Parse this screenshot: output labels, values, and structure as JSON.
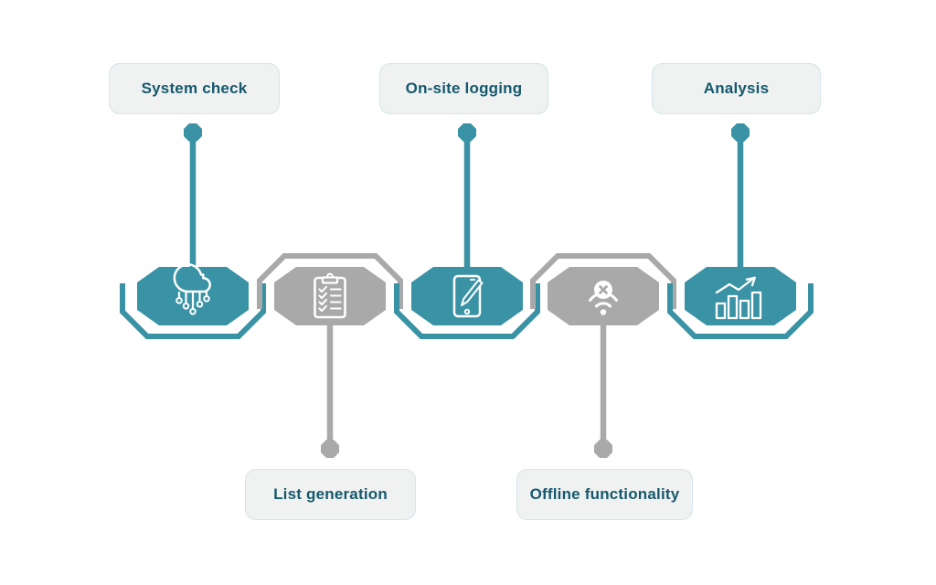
{
  "diagram": {
    "steps": [
      {
        "label": "System check",
        "position": "top",
        "color": "teal",
        "icon": "cloud-computing-icon"
      },
      {
        "label": "List generation",
        "position": "bottom",
        "color": "gray",
        "icon": "checklist-clipboard-icon"
      },
      {
        "label": "On-site logging",
        "position": "top",
        "color": "teal",
        "icon": "tablet-stylus-icon"
      },
      {
        "label": "Offline functionality",
        "position": "bottom",
        "color": "gray",
        "icon": "wifi-offline-icon"
      },
      {
        "label": "Analysis",
        "position": "top",
        "color": "teal",
        "icon": "bar-chart-growth-icon"
      }
    ]
  },
  "colors": {
    "teal": "#3a93a5",
    "gray": "#a9a9a9",
    "label_text": "#14596d",
    "label_bg": "#f0f1f1",
    "label_border": "#d3e5ea",
    "icon": "#ffffff",
    "background": "#ffffff"
  }
}
